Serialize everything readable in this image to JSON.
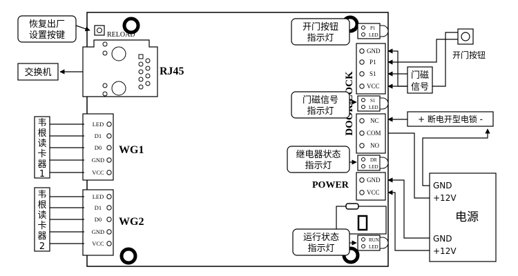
{
  "callouts": {
    "reset": [
      "恢复出厂",
      "设置按键"
    ],
    "rj45_side": "交换机",
    "open_led": [
      "开门按钮",
      "指示灯"
    ],
    "door_led": [
      "门磁信号",
      "指示灯"
    ],
    "relay_led": [
      "继电器状态",
      "指示灯"
    ],
    "run_led": [
      "运行状态",
      "指示灯"
    ],
    "wiegand1": [
      "韦",
      "根",
      "读",
      "卡",
      "器",
      "1"
    ],
    "wiegand2": [
      "韦",
      "根",
      "读",
      "卡",
      "器",
      "2"
    ],
    "door_sensor": [
      "门磁",
      "信号"
    ],
    "open_button": "开门按钮",
    "lock": "+ 断电开型电锁 -",
    "power_supply": {
      "title": "电源",
      "group1": [
        "GND",
        "+12V"
      ],
      "group2": [
        "GND",
        "+12V"
      ]
    }
  },
  "board": {
    "reset_label": "RELOAD",
    "rj45_label": "RJ45",
    "wg1_label": "WG1",
    "wg2_label": "WG2",
    "wg_pins": [
      "LED",
      "D1",
      "D0",
      "GND",
      "VCC"
    ],
    "door_lock_label": "DOOR/LOCK",
    "door_pins": [
      "GND",
      "P1",
      "S1",
      "VCC"
    ],
    "lock_pins": [
      "NC",
      "COM",
      "NO"
    ],
    "power_label": "POWER",
    "power_pins": [
      "GND",
      "VCC"
    ],
    "led_p1": [
      "P1",
      "LED"
    ],
    "led_s1": [
      "S1",
      "LED"
    ],
    "led_dr": [
      "DR",
      "LED"
    ],
    "led_run": [
      "RUN",
      "LED"
    ]
  }
}
